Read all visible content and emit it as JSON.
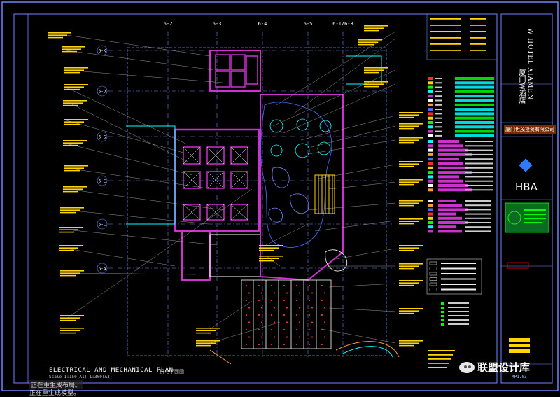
{
  "title_block": {
    "hotel_en": "W HOTEL XIAMEN",
    "hotel_cn": "厦门W酒店",
    "company": "厦门世茂投资有限公司",
    "brand": "HBA",
    "sheet_no": "MP1.03"
  },
  "drawing": {
    "title": "ELECTRICAL AND MECHANICAL PLAN",
    "title_cn": "机电平面图",
    "scale": "Scale 1:150(A1) 1:300(A3)"
  },
  "status": {
    "line1": "正在重生成布局。",
    "line2": "正在重生成模型。"
  },
  "watermark": "联盟设计库",
  "grid_labels": {
    "columns": [
      "6-2",
      "6-3",
      "6-4",
      "6-5",
      "6-1/6-8"
    ],
    "rows": [
      "6-K",
      "6-J",
      "6-G",
      "6-E",
      "6-C",
      "6-A"
    ]
  },
  "colors": {
    "frame": "#6f86ff",
    "annotation": "#ffd400",
    "wall": "#cc33cc",
    "accent": "#00ffff",
    "green": "#00ff00"
  }
}
